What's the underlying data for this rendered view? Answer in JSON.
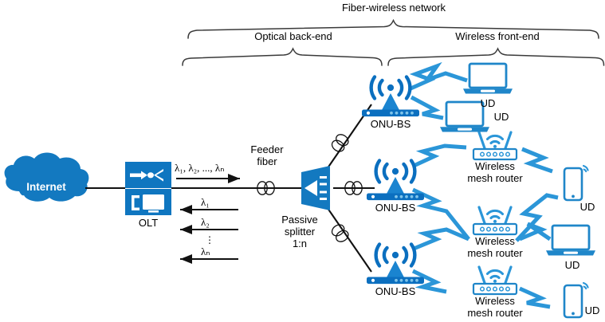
{
  "figure": {
    "title": "Fiber-wireless network architecture diagram",
    "braces": {
      "top": "Fiber-wireless network",
      "left": "Optical back-end",
      "right": "Wireless front-end"
    },
    "colors": {
      "cloud_blue": "#1379c0",
      "olt_blue": "#0f76c0",
      "icon_dark_blue": "#0b6fbf",
      "link_blue": "#2b96d8",
      "device_blue": "#1f86c9",
      "line_black": "#111111",
      "brace_gray": "#3a3a3a"
    }
  },
  "nodes": {
    "internet": {
      "label": "Internet",
      "type": "cloud"
    },
    "olt": {
      "label": "OLT",
      "type": "olt-device"
    },
    "feeder_fiber": {
      "label": "Feeder\nfiber",
      "type": "fiber-coil"
    },
    "splitter": {
      "label": "Passive\nsplitter\n1:n",
      "type": "passive-splitter"
    },
    "onu_bs_top": {
      "label": "ONU-BS",
      "type": "onu-base-station"
    },
    "onu_bs_mid": {
      "label": "ONU-BS",
      "type": "onu-base-station"
    },
    "onu_bs_bottom": {
      "label": "ONU-BS",
      "type": "onu-base-station"
    },
    "mesh_router_1": {
      "label": "Wireless\nmesh router",
      "type": "wireless-mesh-router"
    },
    "mesh_router_2": {
      "label": "Wireless\nmesh router",
      "type": "wireless-mesh-router"
    },
    "mesh_router_3": {
      "label": "Wireless\nmesh router",
      "type": "wireless-mesh-router"
    },
    "ud_laptop_1": {
      "label": "UD",
      "type": "laptop"
    },
    "ud_laptop_2": {
      "label": "UD",
      "type": "laptop"
    },
    "ud_laptop_3": {
      "label": "UD",
      "type": "laptop"
    },
    "ud_phone_1": {
      "label": "UD",
      "type": "smartphone"
    },
    "ud_phone_2": {
      "label": "UD",
      "type": "smartphone"
    }
  },
  "wavelengths": {
    "downstream": "λ₁, λ₂, ..., λₙ",
    "downstream_dir": "right",
    "upstream": [
      "λ₁",
      "λ₂",
      "⋮",
      "λₙ"
    ],
    "upstream_dir": "left"
  },
  "legend_icons": {
    "fiber_coil": "fiber-coil-icon",
    "antenna": "antenna-icon",
    "wifi": "wifi-icon",
    "lightning": "wireless-link-icon"
  }
}
